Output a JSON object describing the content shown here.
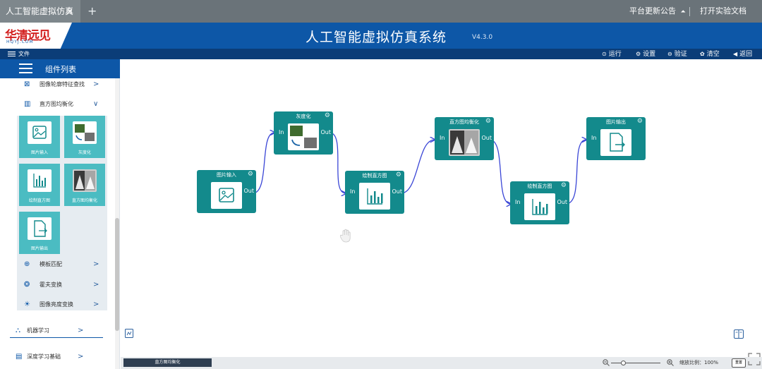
{
  "browser": {
    "tab_title": "人工智能虚拟仿真",
    "tab_close": "×",
    "new_tab": "+",
    "notice": "平台更新公告",
    "notice_arrow": "⏶",
    "open_doc": "打开实验文档"
  },
  "header": {
    "logo": "华清远见",
    "logo_sub": "HQYJ.COM",
    "title": "人工智能虚拟仿真系统",
    "version": "V4.3.0"
  },
  "toolbar": {
    "file_menu": "文件",
    "run": "运行",
    "settings": "设置",
    "verify": "验证",
    "clear": "清空",
    "back": "返回"
  },
  "sidebar": {
    "title": "组件列表",
    "items": [
      {
        "label": "图像轮廓特征查找",
        "chevron": ">"
      },
      {
        "label": "直方图均衡化",
        "chevron": "∨"
      },
      {
        "label": "模板匹配",
        "chevron": ">"
      },
      {
        "label": "霍夫变换",
        "chevron": ">"
      },
      {
        "label": "图像亮度变换",
        "chevron": ">"
      }
    ],
    "palette": [
      {
        "label": "图片输入"
      },
      {
        "label": "灰度化"
      },
      {
        "label": "绘制直方图"
      },
      {
        "label": "直方图均衡化"
      },
      {
        "label": "图片输出"
      }
    ],
    "groups": [
      {
        "label": "机器学习",
        "chevron": ">"
      },
      {
        "label": "深度学习基础",
        "chevron": ">"
      }
    ]
  },
  "canvas": {
    "pin_in": "In",
    "pin_out": "Out",
    "nodes": [
      {
        "title": "图片输入"
      },
      {
        "title": "灰度化"
      },
      {
        "title": "绘制直方图"
      },
      {
        "title": "直方图均衡化"
      },
      {
        "title": "绘制直方图"
      },
      {
        "title": "图片输出"
      }
    ]
  },
  "statusbar": {
    "active_tab": "直方图均衡化",
    "zoom_label": "缩放比例：100%",
    "zoom_button": "重置"
  },
  "colors": {
    "header": "#0d57a7",
    "toolbar": "#0b3d78",
    "node": "#138a8c",
    "palette_item": "#4bbcc2",
    "edge": "#3a46d6"
  }
}
